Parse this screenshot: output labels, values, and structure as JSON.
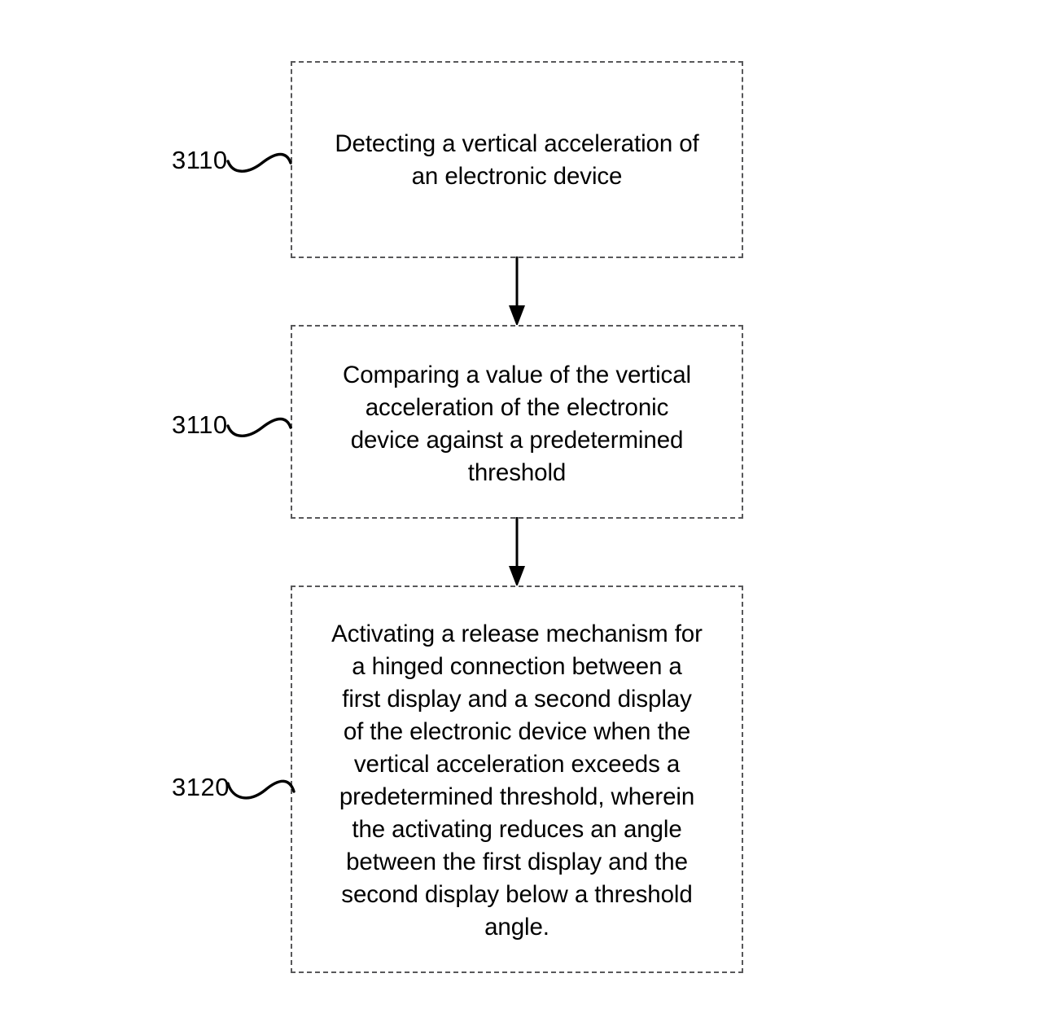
{
  "figure": {
    "type": "patent-flowchart",
    "background_color": "#ffffff",
    "line_color": "#000000",
    "box_border_color": "#58585a",
    "box_border_style": "dashed"
  },
  "steps": [
    {
      "ref": "3110",
      "text": "Detecting a vertical acceleration of\nan electronic device"
    },
    {
      "ref": "3110",
      "text": "Comparing a value of the vertical\nacceleration of the electronic\ndevice against a predetermined\nthreshold"
    },
    {
      "ref": "3120",
      "text": "Activating a release mechanism for\na hinged connection between a\nfirst display and a second display\nof the electronic device when the\nvertical acceleration exceeds a\npredetermined threshold, wherein\nthe activating reduces an angle\nbetween the first display and the\nsecond display below a threshold\nangle."
    }
  ],
  "connectors": [
    {
      "from": "step-1",
      "to": "step-2",
      "direction": "down"
    },
    {
      "from": "step-2",
      "to": "step-3",
      "direction": "down"
    }
  ]
}
